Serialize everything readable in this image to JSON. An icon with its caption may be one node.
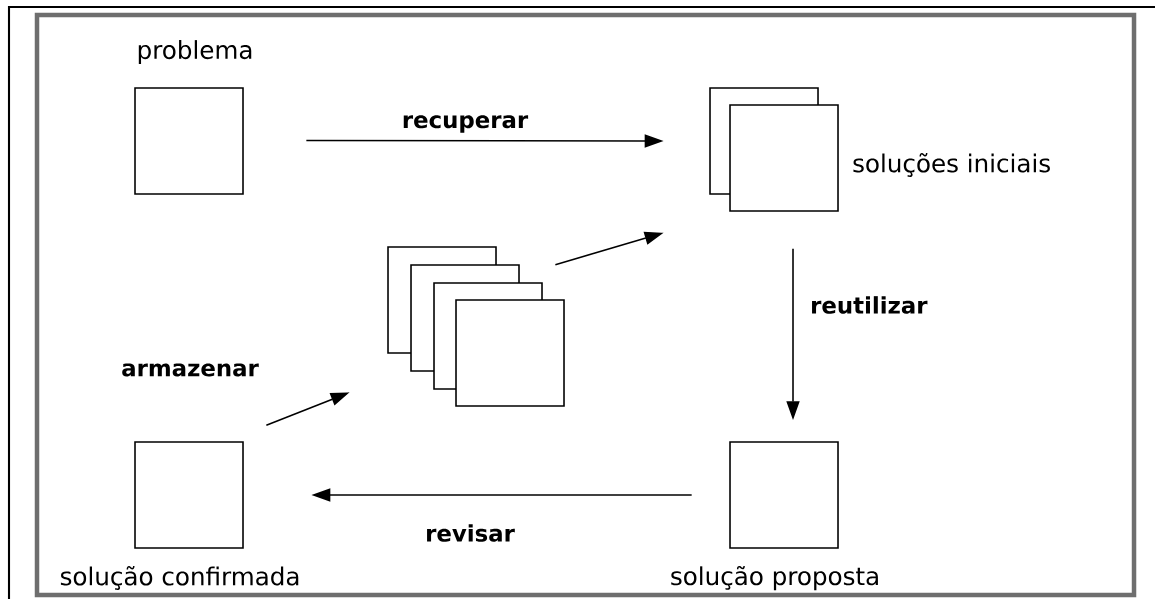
{
  "diagram": {
    "nodes": [
      {
        "text": [
          "problema"
        ]
      },
      {
        "text": [
          "soluções iniciais"
        ]
      },
      {
        "text": [],
        "shape": "box"
      },
      {
        "text": [
          "solução proposta"
        ]
      },
      {
        "text": [
          "solução confirmada"
        ]
      }
    ],
    "edges": [
      {
        "from": 0,
        "to": 1,
        "arrow": "to",
        "label": "recuperar"
      },
      {
        "from": 2,
        "to": 1,
        "arrow": "to"
      },
      {
        "from": 1,
        "to": 3,
        "arrow": "to",
        "label": "reutilizar"
      },
      {
        "from": 3,
        "to": 4,
        "arrow": "to",
        "label": "revisar"
      },
      {
        "from": 4,
        "to": 2,
        "arrow": "to",
        "label": "armazenar"
      }
    ]
  }
}
